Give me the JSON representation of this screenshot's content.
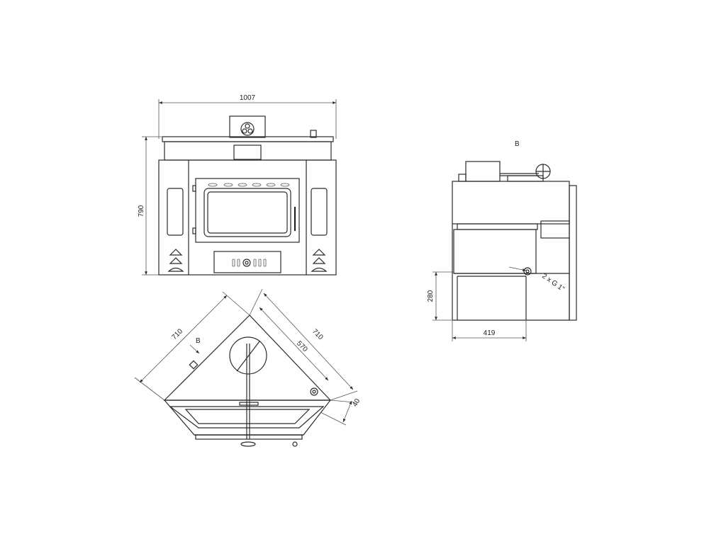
{
  "front_view": {
    "width_dim": "1007",
    "height_dim": "790"
  },
  "top_view": {
    "side_left_dim": "710",
    "side_right_dim": "710",
    "inner_dim": "570",
    "offset_dim": "40",
    "view_marker": "B"
  },
  "side_view": {
    "view_label": "B",
    "height_dim": "280",
    "depth_dim": "419",
    "connection_label": "2 x G 1\""
  },
  "colors": {
    "line": "#2b2b2b",
    "background": "#ffffff"
  }
}
